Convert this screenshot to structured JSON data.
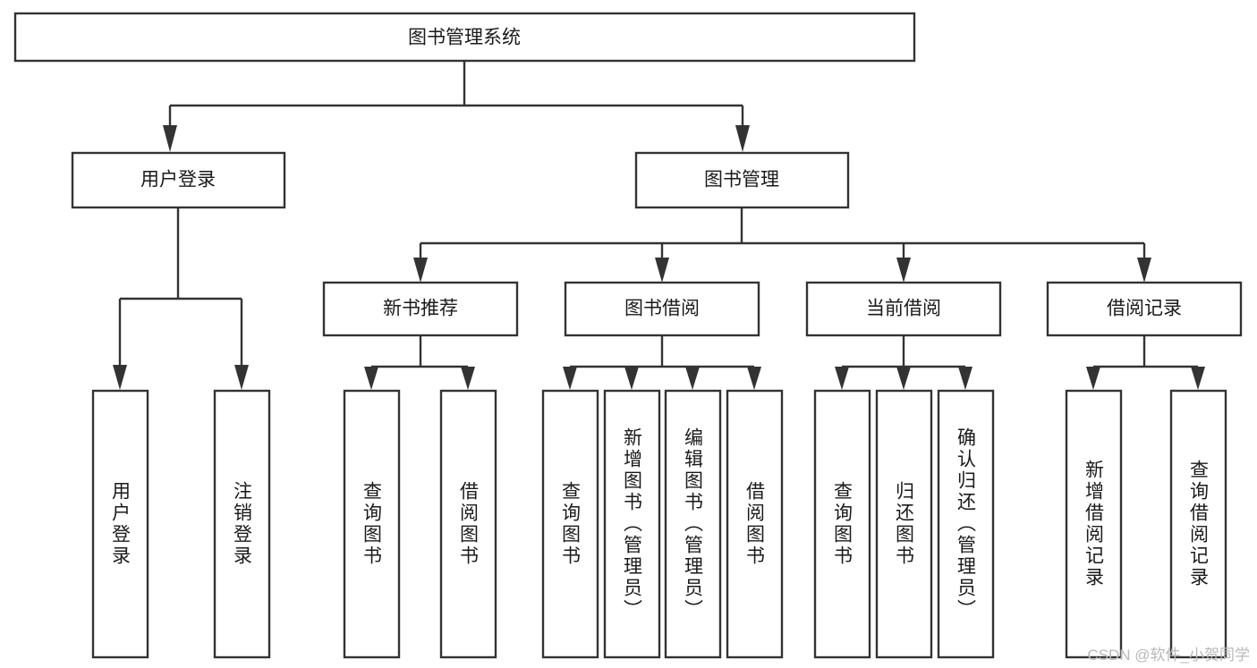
{
  "diagram": {
    "type": "tree-hierarchy-chart",
    "title": "图书管理系统",
    "orientation": "top-down",
    "colors": {
      "box_fill": "#ffffff",
      "box_stroke": "#333333",
      "text": "#1a1a1a",
      "background": "#ffffff",
      "watermark": "#b9b9b9"
    },
    "levels": {
      "level1": [
        {
          "id": "root",
          "label": "图书管理系统",
          "text_orientation": "horizontal"
        }
      ],
      "level2": [
        {
          "id": "user-login",
          "label": "用户登录",
          "text_orientation": "horizontal"
        },
        {
          "id": "book-management",
          "label": "图书管理",
          "text_orientation": "horizontal"
        }
      ],
      "level3": [
        {
          "id": "new-book-recommend",
          "label": "新书推荐",
          "text_orientation": "horizontal"
        },
        {
          "id": "book-borrow",
          "label": "图书借阅",
          "text_orientation": "horizontal"
        },
        {
          "id": "current-borrow",
          "label": "当前借阅",
          "text_orientation": "horizontal"
        },
        {
          "id": "borrow-record",
          "label": "借阅记录",
          "text_orientation": "horizontal"
        }
      ],
      "level4": [
        {
          "id": "leaf-user-login",
          "label": "用户登录",
          "parent": "user-login",
          "text_orientation": "vertical"
        },
        {
          "id": "leaf-logout",
          "label": "注销登录",
          "parent": "user-login",
          "text_orientation": "vertical"
        },
        {
          "id": "leaf-query-book-1",
          "label": "查询图书",
          "parent": "new-book-recommend",
          "text_orientation": "vertical"
        },
        {
          "id": "leaf-borrow-book-1",
          "label": "借阅图书",
          "parent": "new-book-recommend",
          "text_orientation": "vertical"
        },
        {
          "id": "leaf-query-book-2",
          "label": "查询图书",
          "parent": "book-borrow",
          "text_orientation": "vertical"
        },
        {
          "id": "leaf-add-book",
          "label": "新增图书（管理员）",
          "parent": "book-borrow",
          "text_orientation": "vertical"
        },
        {
          "id": "leaf-edit-book",
          "label": "编辑图书（管理员）",
          "parent": "book-borrow",
          "text_orientation": "vertical"
        },
        {
          "id": "leaf-borrow-book-2",
          "label": "借阅图书",
          "parent": "book-borrow",
          "text_orientation": "vertical"
        },
        {
          "id": "leaf-query-book-3",
          "label": "查询图书",
          "parent": "current-borrow",
          "text_orientation": "vertical"
        },
        {
          "id": "leaf-return-book",
          "label": "归还图书",
          "parent": "current-borrow",
          "text_orientation": "vertical"
        },
        {
          "id": "leaf-confirm-return",
          "label": "确认归还（管理员）",
          "parent": "current-borrow",
          "text_orientation": "vertical"
        },
        {
          "id": "leaf-add-record",
          "label": "新增借阅记录",
          "parent": "borrow-record",
          "text_orientation": "vertical"
        },
        {
          "id": "leaf-query-record",
          "label": "查询借阅记录",
          "parent": "borrow-record",
          "text_orientation": "vertical"
        }
      ]
    },
    "edges": [
      {
        "from": "root",
        "to": "user-login"
      },
      {
        "from": "root",
        "to": "book-management"
      },
      {
        "from": "user-login",
        "to": "leaf-user-login"
      },
      {
        "from": "user-login",
        "to": "leaf-logout"
      },
      {
        "from": "book-management",
        "to": "new-book-recommend"
      },
      {
        "from": "book-management",
        "to": "book-borrow"
      },
      {
        "from": "book-management",
        "to": "current-borrow"
      },
      {
        "from": "book-management",
        "to": "borrow-record"
      },
      {
        "from": "new-book-recommend",
        "to": "leaf-query-book-1"
      },
      {
        "from": "new-book-recommend",
        "to": "leaf-borrow-book-1"
      },
      {
        "from": "book-borrow",
        "to": "leaf-query-book-2"
      },
      {
        "from": "book-borrow",
        "to": "leaf-add-book"
      },
      {
        "from": "book-borrow",
        "to": "leaf-edit-book"
      },
      {
        "from": "book-borrow",
        "to": "leaf-borrow-book-2"
      },
      {
        "from": "current-borrow",
        "to": "leaf-query-book-3"
      },
      {
        "from": "current-borrow",
        "to": "leaf-return-book"
      },
      {
        "from": "current-borrow",
        "to": "leaf-confirm-return"
      },
      {
        "from": "borrow-record",
        "to": "leaf-add-record"
      },
      {
        "from": "borrow-record",
        "to": "leaf-query-record"
      }
    ]
  },
  "watermark": {
    "label": "CSDN @软件_小贺同学"
  }
}
